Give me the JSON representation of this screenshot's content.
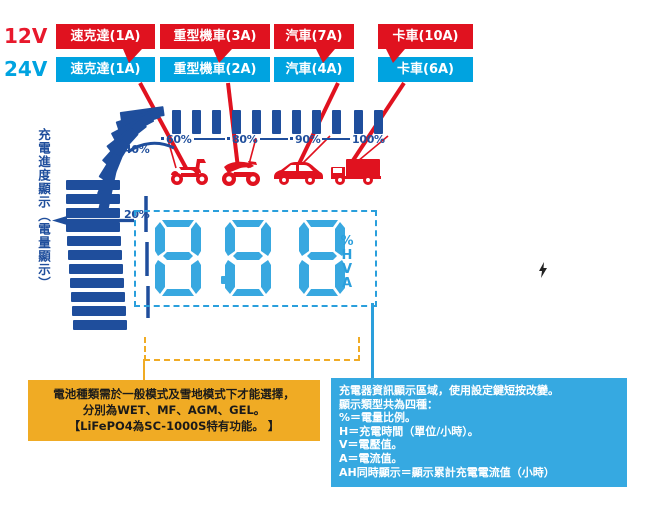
{
  "voltages": [
    {
      "label": "12V",
      "color": "#e8192c"
    },
    {
      "label": "24V",
      "color": "#00a3e0"
    }
  ],
  "vehicle_chips": {
    "row_12v": [
      {
        "label": "速克達(1A)",
        "color": "#e0121f"
      },
      {
        "label": "重型機車(3A)",
        "color": "#e0121f"
      },
      {
        "label": "汽車(7A)",
        "color": "#e0121f"
      },
      {
        "label": "卡車(10A)",
        "color": "#e0121f"
      }
    ],
    "row_24v": [
      {
        "label": "速克達(1A)",
        "color": "#00a3e0"
      },
      {
        "label": "重型機車(2A)",
        "color": "#00a3e0"
      },
      {
        "label": "汽車(4A)",
        "color": "#00a3e0"
      },
      {
        "label": "卡車(6A)",
        "color": "#00a3e0"
      }
    ]
  },
  "vehicle_icons": [
    {
      "name": "scooter-icon"
    },
    {
      "name": "motorcycle-icon"
    },
    {
      "name": "car-icon"
    },
    {
      "name": "truck-icon"
    }
  ],
  "gauge": {
    "caption": "充電進度顯示（電量顯示）",
    "accent": "#1f4e9c",
    "scale": [
      "20%",
      "40%",
      "60%",
      "80%",
      "90%",
      "100%"
    ]
  },
  "lcd": {
    "value": "88.8",
    "digits": [
      "8",
      "8",
      "8"
    ],
    "decimal_point": true,
    "units": [
      "%",
      "H",
      "V",
      "A"
    ],
    "border_color": "#2a9fdc",
    "segment_color": "#38a8e0"
  },
  "callouts": {
    "battery_type": {
      "accent": "#f0ab24",
      "lines": [
        "電池種類需於一般模式及雪地模式下才能選擇，",
        "分別為WET、MF、AGM、GEL。",
        "【LiFePO4為SC-1000S特有功能。 】"
      ]
    },
    "info_display": {
      "accent": "#36a9e1",
      "lines": [
        "充電器資訊顯示區域，使用設定鍵短按改變。",
        "顯示類型共為四種：",
        "%＝電量比例。",
        "H＝充電時間（單位/小時）。",
        "V＝電壓值。",
        "A＝電流值。",
        "AH同時顯示＝顯示累計充電電流值（小時）"
      ]
    }
  }
}
